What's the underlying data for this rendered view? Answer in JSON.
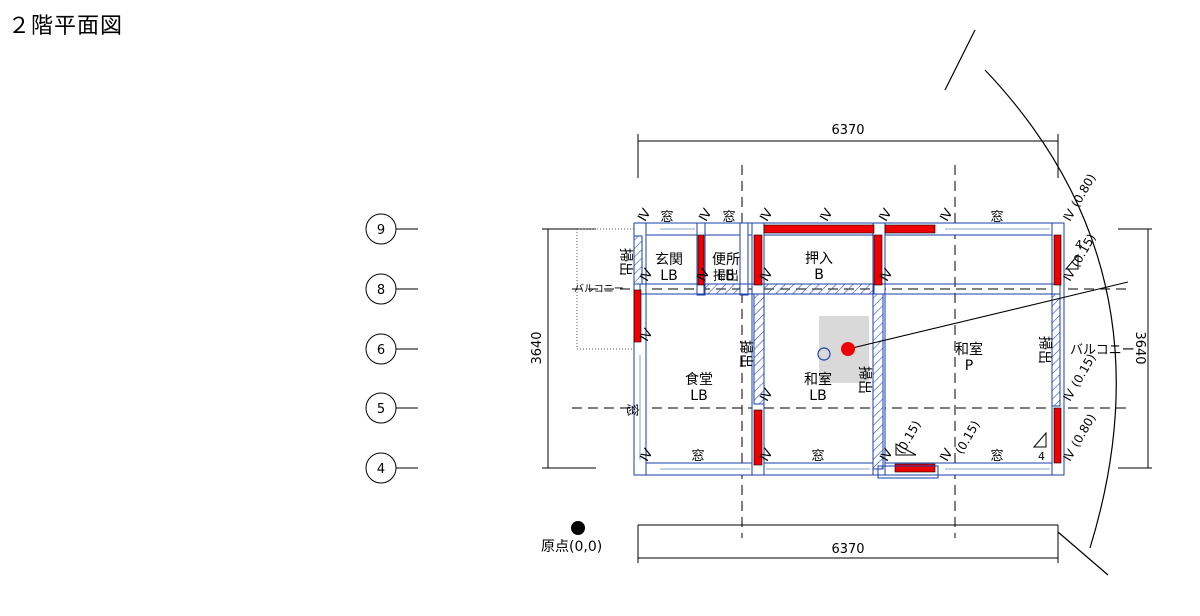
{
  "title": "２階平面図",
  "dimensions": {
    "top": "6370",
    "bottom": "6370",
    "left": "3640",
    "right": "3640"
  },
  "grid_rows": [
    "9",
    "8",
    "6",
    "5",
    "4"
  ],
  "rooms": [
    {
      "name": "玄関",
      "code": "LB"
    },
    {
      "name": "便所",
      "code": "LB"
    },
    {
      "name": "押入",
      "code": "B"
    },
    {
      "name": "食堂",
      "code": "LB"
    },
    {
      "name": "和室",
      "code": "LB"
    },
    {
      "name": "和室",
      "code": "P"
    }
  ],
  "labels": {
    "window": "窓",
    "wall_grade": "Ⅳ",
    "sweep_out": "掃出",
    "balcony": "バルコニー",
    "stacked": "掃出",
    "coef_080": "(0.80)",
    "coef_015": "(0.15)",
    "four": "4"
  },
  "origin": {
    "label": "原点(0,0)"
  },
  "colors": {
    "bearing_wall": "#ee0000",
    "wall_outline": "#1a3fa8",
    "hatch": "#2a4cc0",
    "marker": "#ee0000"
  }
}
